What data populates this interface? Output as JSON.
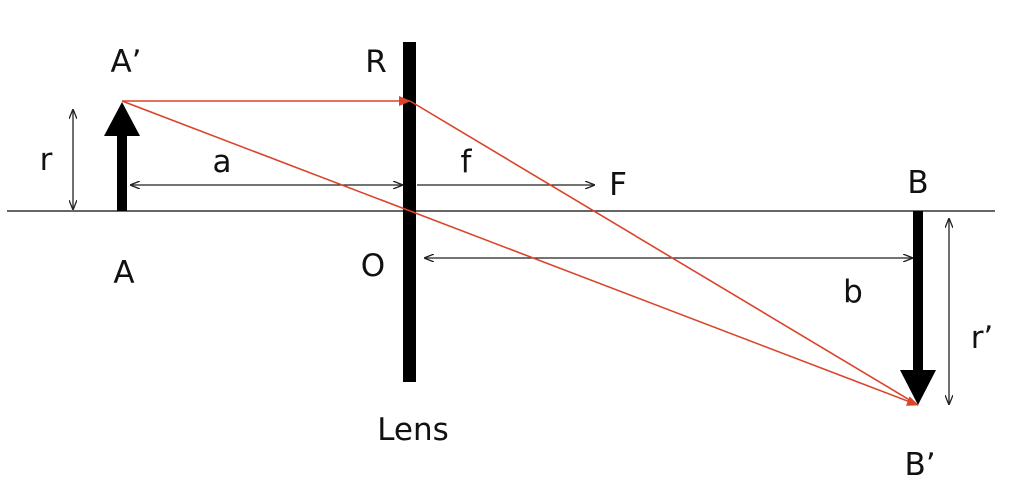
{
  "diagram": {
    "title": "Thin lens image formation",
    "colors": {
      "ray": "#d9442a",
      "ink": "#000000",
      "line": "#333333"
    },
    "labels": {
      "object_top": "A’",
      "object_base": "A",
      "lens_top": "R",
      "lens_center": "O",
      "lens": "Lens",
      "focal_point": "F",
      "object_height": "r",
      "object_distance": "a",
      "focal_length": "f",
      "image_distance": "b",
      "image_height": "r’",
      "image_base": "B",
      "image_tip": "B’"
    }
  }
}
